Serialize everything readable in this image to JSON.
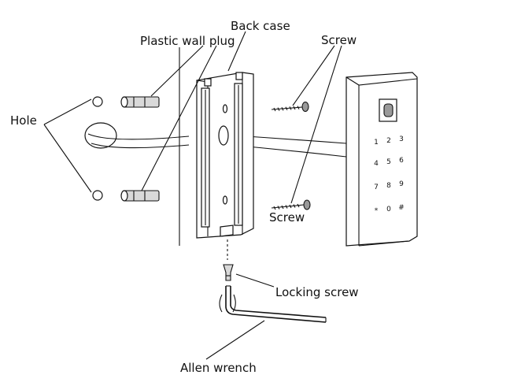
{
  "labels": {
    "back_case": "Back case",
    "plastic_wall_plug": "Plastic wall plug",
    "screw_top": "Screw",
    "hole": "Hole",
    "screw_bottom": "Screw",
    "locking_screw": "Locking screw",
    "allen_wrench": "Allen wrench"
  },
  "keypad": {
    "keys": [
      "1",
      "2",
      "3",
      "4",
      "5",
      "6",
      "7",
      "8",
      "9",
      "*",
      "0",
      "#"
    ]
  }
}
